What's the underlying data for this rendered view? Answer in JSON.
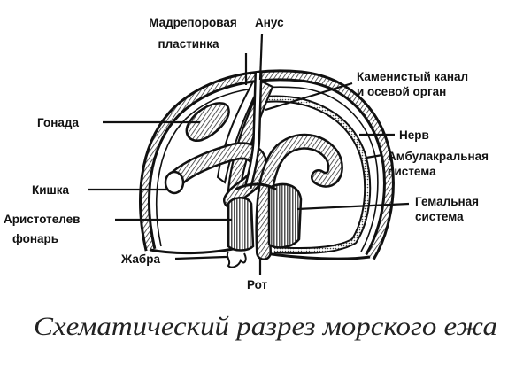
{
  "labels": {
    "madreporite": [
      "Мадрепоровая",
      "пластинка"
    ],
    "anus": "Анус",
    "stone_canal": [
      "Каменистый канал",
      "и осевой орган"
    ],
    "gonad": "Гонада",
    "nerve": "Нерв",
    "ambulacral": [
      "Амбулакральная",
      "система"
    ],
    "intestine": "Кишка",
    "hemal": [
      "Гемальная",
      "система"
    ],
    "aristotle": [
      "Аристотелев",
      "фонарь"
    ],
    "gill": "Жабра",
    "mouth": "Рот"
  },
  "caption": "Схематический разрез морского ежа",
  "colors": {
    "ink": "#111111",
    "hatch": "#555555"
  }
}
